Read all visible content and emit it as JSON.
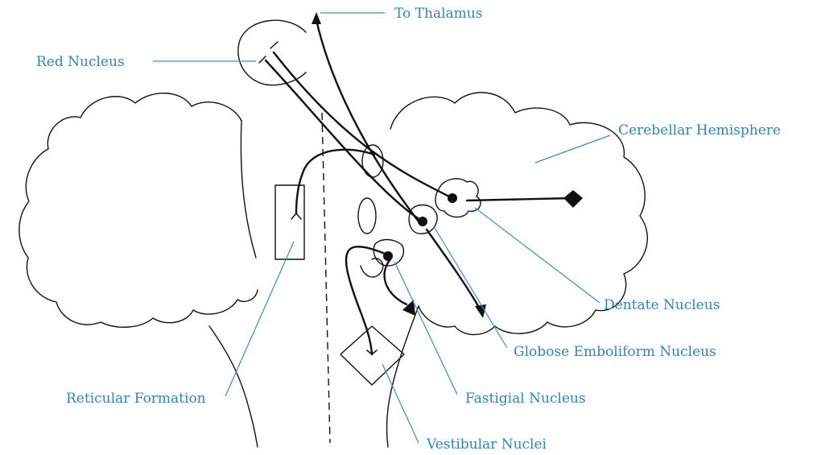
{
  "labels": {
    "to_thalamus": "To Thalamus",
    "red_nucleus": "Red Nucleus",
    "cerebellar_hemisphere": "Cerebellar Hemisphere",
    "dentate_nucleus": "Dentate Nucleus",
    "globose_emboliform_nucleus": "Globose Emboliform Nucleus",
    "reticular_formation": "Reticular Formation",
    "fastigial_nucleus": "Fastigial Nucleus",
    "vestibular_nuclei": "Vestibular Nuclei"
  },
  "colors": {
    "label_text": "#2f86b0",
    "leader_line": "#3a8fb7",
    "drawing": "#111111",
    "background": "#ffffff"
  }
}
